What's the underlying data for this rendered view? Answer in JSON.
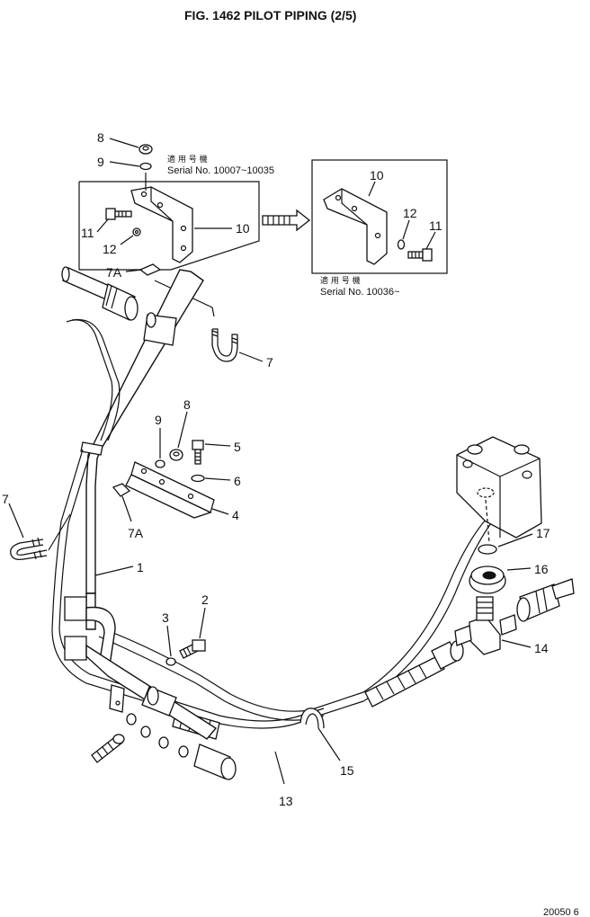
{
  "figure": {
    "title": "FIG. 1462   PILOT PIPING (2/5)",
    "corner_code": "20050 6"
  },
  "notes": {
    "left_kanji": "適 用 号 機",
    "left_serial": "Serial No. 10007~10035",
    "right_kanji": "適 用 号 機",
    "right_serial": "Serial No. 10036~"
  },
  "callouts": {
    "c1": "1",
    "c2": "2",
    "c3": "3",
    "c4": "4",
    "c5": "5",
    "c6": "6",
    "c7_right": "7",
    "c7_left": "7",
    "c7a_top": "7A",
    "c7a_mid": "7A",
    "c8_top": "8",
    "c8_mid": "8",
    "c9_top": "9",
    "c9_mid": "9",
    "c10_left": "10",
    "c10_right": "10",
    "c11_left": "11",
    "c11_right": "11",
    "c12_left": "12",
    "c12_right": "12",
    "c13": "13",
    "c14": "14",
    "c15": "15",
    "c16": "16",
    "c17": "17"
  }
}
